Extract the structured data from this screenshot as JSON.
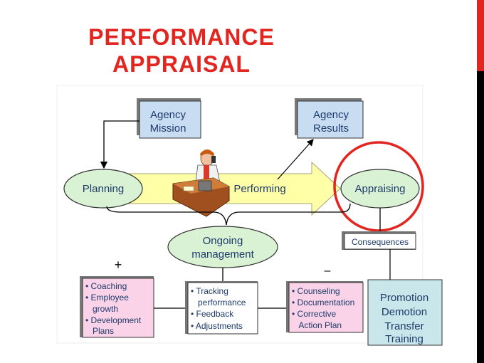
{
  "slide": {
    "title_line1": "PERFORMANCE",
    "title_line2": "APPRAISAL"
  },
  "colors": {
    "title": "#e2261f",
    "ellipse_fill": "#d9f2d3",
    "box_blue": "#c9ddf2",
    "box_pink": "#fbd3e8",
    "box_teal": "#c9e6ea",
    "arrow_fill": "#ffffa8",
    "highlight_circle": "#e2261f"
  },
  "diagram": {
    "agency_mission": [
      "Agency",
      "Mission"
    ],
    "agency_results": [
      "Agency",
      "Results"
    ],
    "planning": "Planning",
    "performing": "Performing",
    "appraising": "Appraising",
    "ongoing_management": [
      "Ongoing",
      "management"
    ],
    "consequences": "Consequences",
    "plus_sign": "+",
    "minus_sign": "–",
    "positive_box": [
      "• Coaching",
      "• Employee",
      "   growth",
      "• Development",
      "   Plans"
    ],
    "tracking_box": [
      "• Tracking",
      "   performance",
      "• Feedback",
      "• Adjustments"
    ],
    "negative_box": [
      "• Counseling",
      "• Documentation",
      "• Corrective",
      "   Action Plan"
    ],
    "outcomes_box": [
      "Promotion",
      "Demotion",
      "Transfer",
      "Training"
    ]
  }
}
